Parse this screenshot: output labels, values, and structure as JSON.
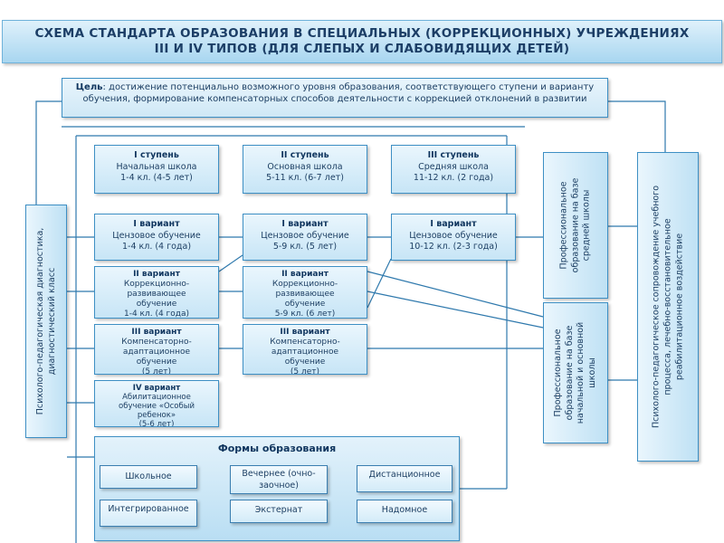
{
  "title": {
    "line1": "СХЕМА СТАНДАРТА ОБРАЗОВАНИЯ В СПЕЦИАЛЬНЫХ (КОРРЕКЦИОННЫХ) УЧРЕЖДЕНИЯХ",
    "line2": "III И IV ТИПОВ (ДЛЯ СЛЕПЫХ И СЛАБОВИДЯЩИХ ДЕТЕЙ)"
  },
  "goal": {
    "label": "Цель",
    "text": ": достижение потенциально возможного уровня образования, соответствующего ступени и варианту обучения, формирование компенсаторных способов деятельности с коррекцией отклонений в развитии"
  },
  "left_bar": {
    "line1": "Психолого-педагогическая диагностика,",
    "line2": "диагностический класс"
  },
  "right_bar": {
    "line1": "Психолого-педагогическое сопровождение учебного",
    "line2": "процесса, лечебно-восстановительное",
    "line3": "реабилитационное воздействие"
  },
  "prof_top": {
    "line1": "Профессиональное",
    "line2": "образование на базе",
    "line3": "средней школы"
  },
  "prof_bottom": {
    "line1": "Профессиональное",
    "line2": "образование на базе",
    "line3": "начальной и основной",
    "line4": "школы"
  },
  "stages": [
    {
      "title": "I ступень",
      "line1": "Начальная школа",
      "line2": "1-4 кл. (4-5 лет)"
    },
    {
      "title": "II ступень",
      "line1": "Основная школа",
      "line2": "5-11 кл. (6-7 лет)"
    },
    {
      "title": "III ступень",
      "line1": "Средняя школа",
      "line2": "11-12 кл. (2 года)"
    }
  ],
  "v1": [
    {
      "title": "I вариант",
      "line1": "Цензовое обучение",
      "line2": "1-4 кл. (4 года)"
    },
    {
      "title": "I вариант",
      "line1": "Цензовое обучение",
      "line2": "5-9 кл. (5 лет)"
    },
    {
      "title": "I вариант",
      "line1": "Цензовое обучение",
      "line2": "10-12 кл. (2-3 года)"
    }
  ],
  "v2": [
    {
      "title": "II вариант",
      "line1": "Коррекционно-",
      "line2": "развивающее",
      "line3": "обучение",
      "line4": "1-4 кл. (4 года)"
    },
    {
      "title": "II вариант",
      "line1": "Коррекционно-",
      "line2": "развивающее",
      "line3": "обучение",
      "line4": "5-9 кл. (6 лет)"
    }
  ],
  "v3": [
    {
      "title": "III вариант",
      "line1": "Компенсаторно-",
      "line2": "адаптационное",
      "line3": "обучение",
      "line4": "(5 лет)"
    },
    {
      "title": "III вариант",
      "line1": "Компенсаторно-",
      "line2": "адаптационное",
      "line3": "обучение",
      "line4": "(5 лет)"
    }
  ],
  "v4": {
    "title": "IV вариант",
    "line1": "Абилитационное",
    "line2": "обучение «Особый",
    "line3": "ребенок»",
    "line4": "(5-6 лет)"
  },
  "forms": {
    "title": "Формы образования",
    "items": [
      "Школьное",
      "Вечернее (очно-заочное)",
      "Дистанционное",
      "Интегрированное",
      "Экстернат",
      "Надомное"
    ]
  }
}
